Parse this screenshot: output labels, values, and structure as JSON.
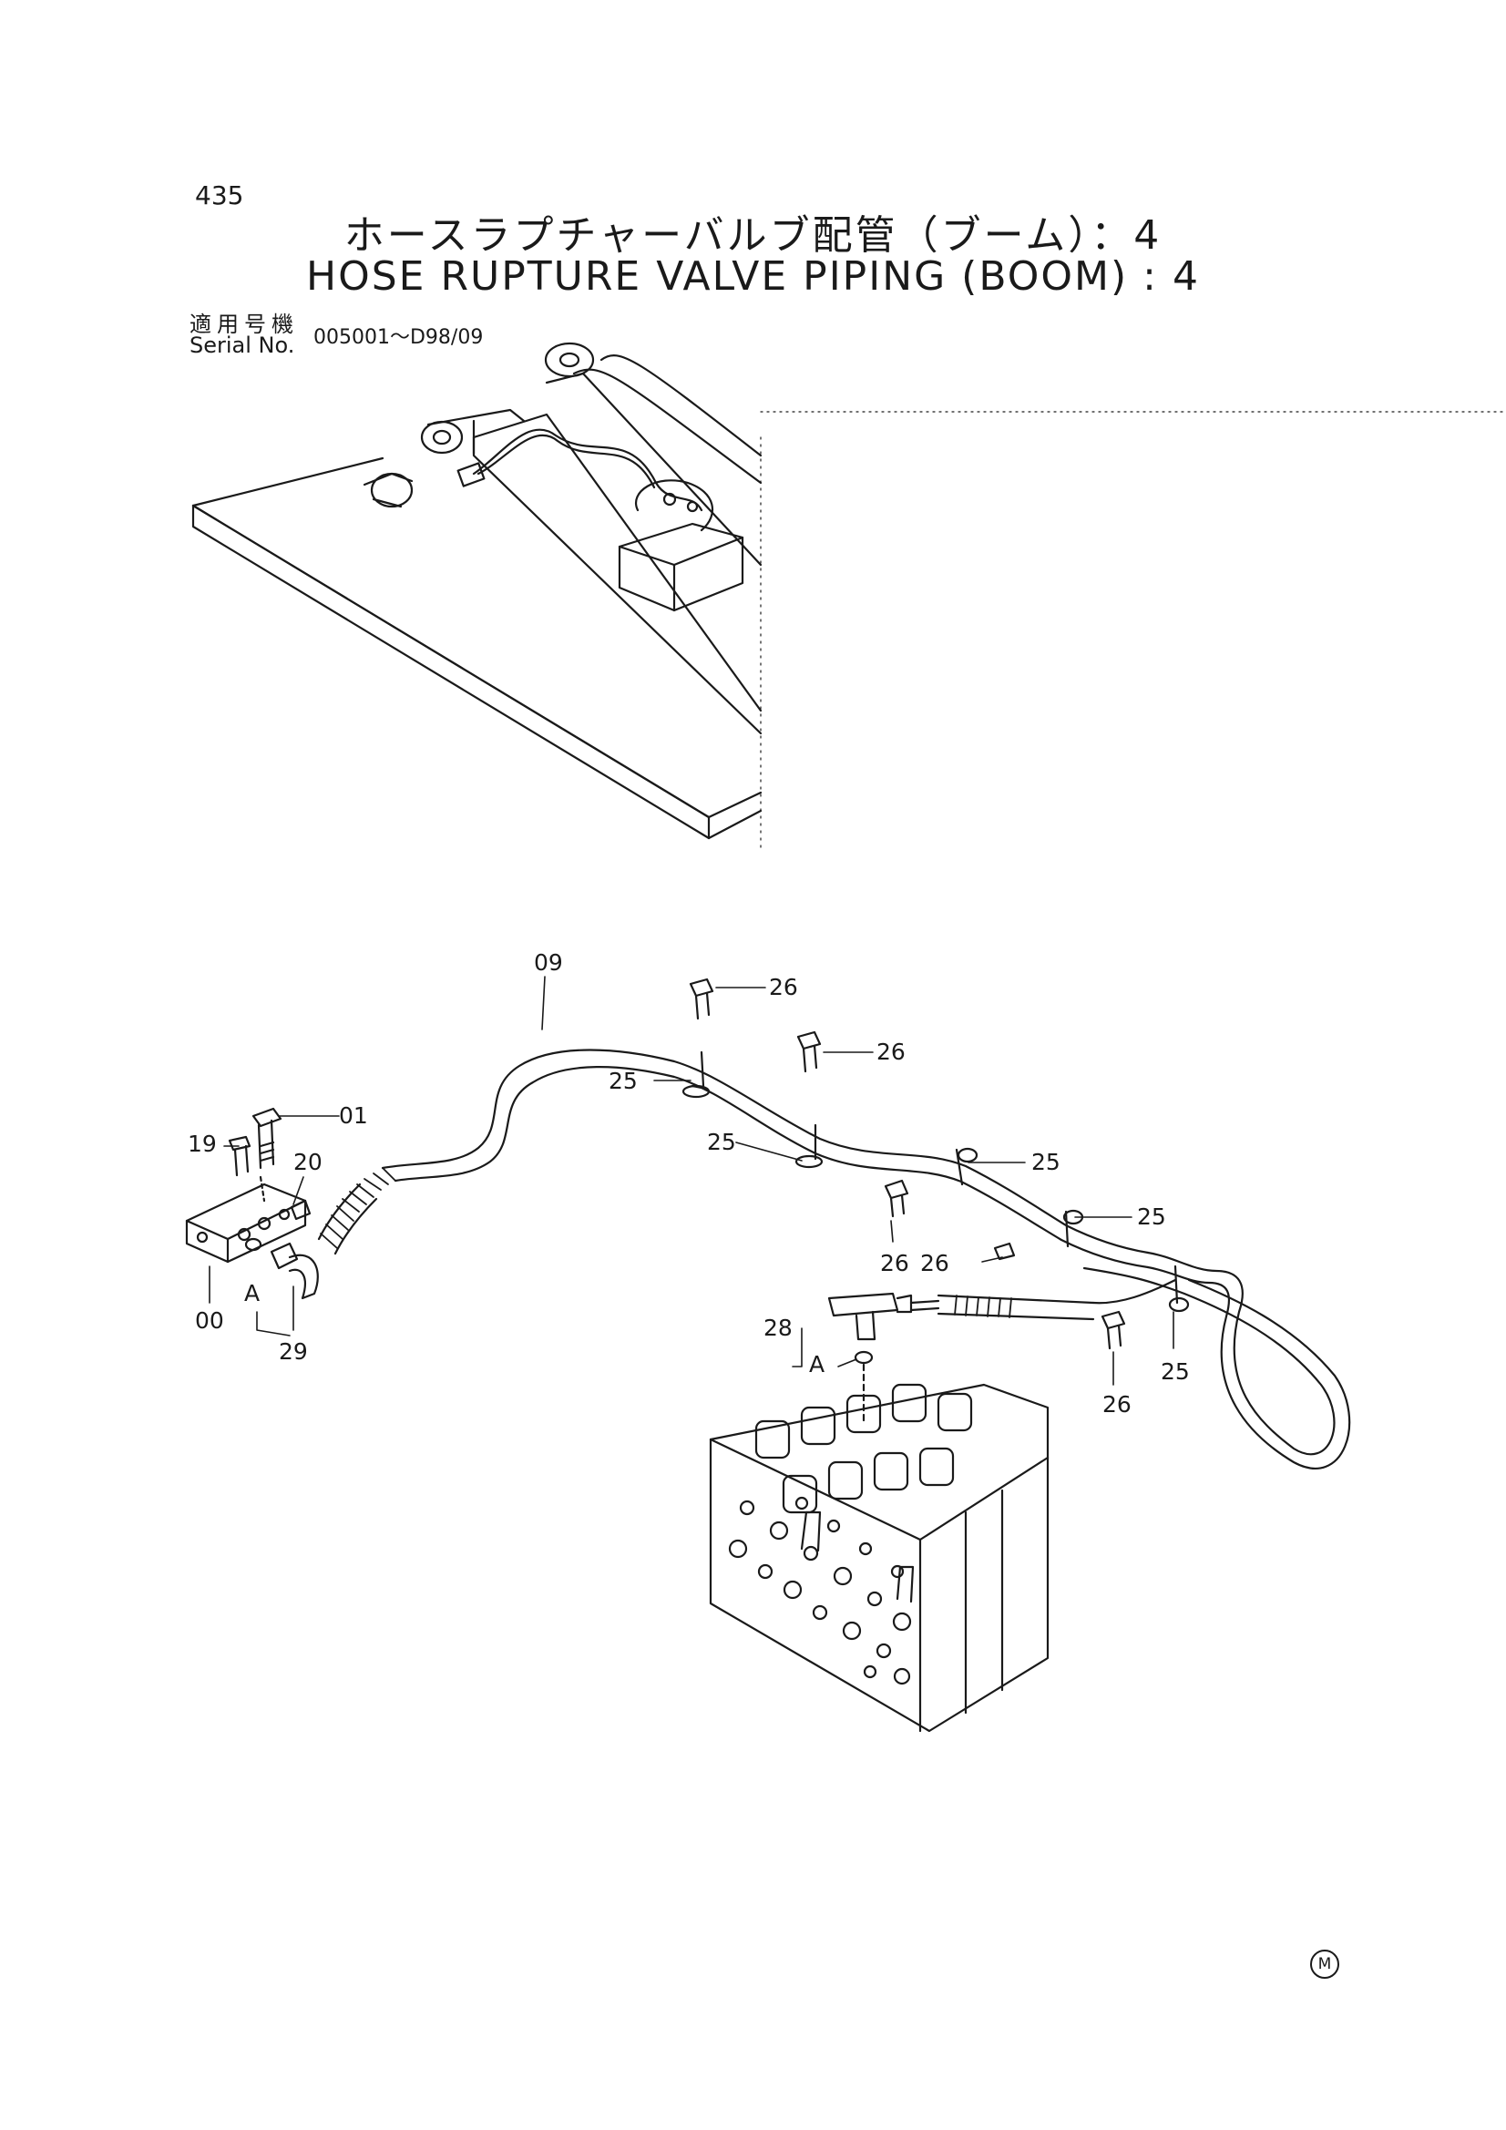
{
  "page": {
    "number": "435",
    "title_jp": "ホースラプチャーバルブ配管（ブーム）：4",
    "title_en": "HOSE RUPTURE VALVE PIPING (BOOM) : 4",
    "serial_label_jp": "適用号機",
    "serial_label_en": "Serial No.",
    "serial_range": "005001～D98/09"
  },
  "callouts": {
    "c09": "09",
    "c26a": "26",
    "c26b": "26",
    "c25a": "25",
    "c01": "01",
    "c19": "19",
    "c20": "20",
    "c25b": "25",
    "c25c": "25",
    "c25d": "25",
    "c26c": "26",
    "c26d": "26",
    "c00": "00",
    "cA1": "A",
    "c29": "29",
    "c28": "28",
    "cA2": "A",
    "c26e": "26",
    "c25e": "25"
  },
  "mark": "M"
}
